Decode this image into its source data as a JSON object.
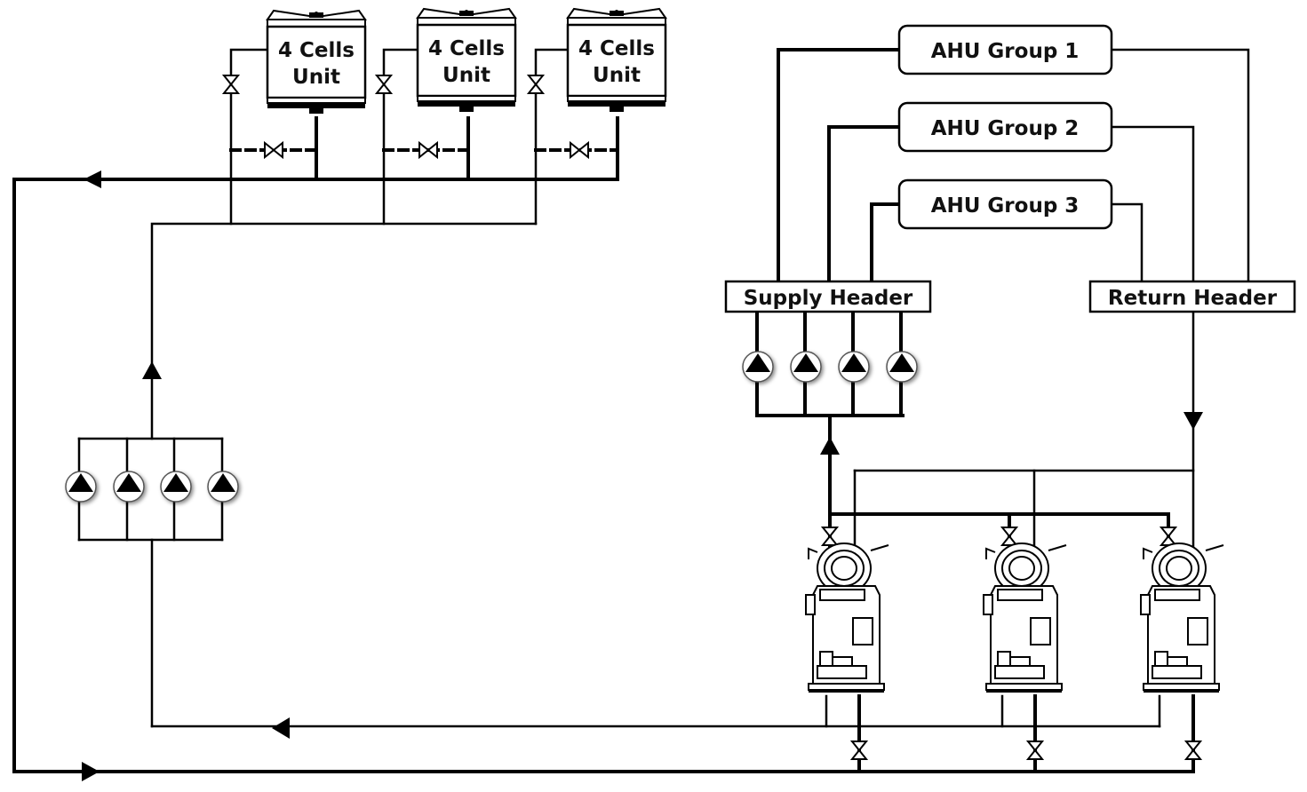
{
  "cooling_towers": [
    {
      "line1": "4 Cells",
      "line2": "Unit"
    },
    {
      "line1": "4 Cells",
      "line2": "Unit"
    },
    {
      "line1": "4 Cells",
      "line2": "Unit"
    }
  ],
  "ahu_groups": [
    "AHU Group 1",
    "AHU Group 2",
    "AHU Group 3"
  ],
  "headers": {
    "supply": "Supply Header",
    "return": "Return Header"
  }
}
